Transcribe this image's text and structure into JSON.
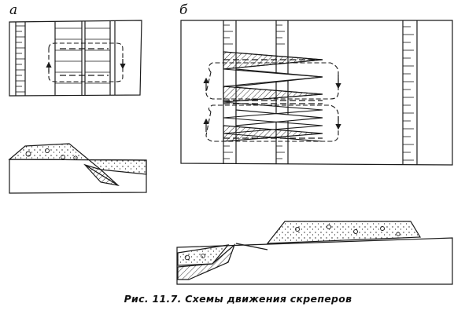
{
  "labels": {
    "panel_a": "а",
    "panel_b": "б"
  },
  "caption": "Рис. 11.7. Схемы движения скреперов",
  "colors": {
    "ink": "#1a1a1a",
    "paper": "#ffffff"
  }
}
